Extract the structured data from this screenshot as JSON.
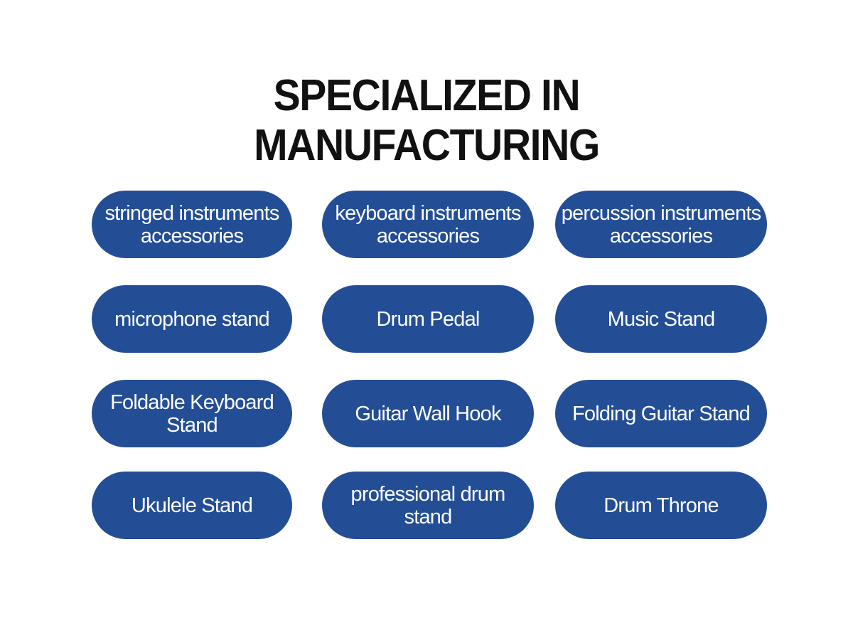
{
  "heading": {
    "line1": "SPECIALIZED IN",
    "line2": "MANUFACTURING"
  },
  "categories": [
    {
      "label": "stringed instruments accessories"
    },
    {
      "label": "keyboard instruments accessories"
    },
    {
      "label": "percussion instruments accessories"
    },
    {
      "label": "microphone stand"
    },
    {
      "label": "Drum Pedal"
    },
    {
      "label": "Music Stand"
    },
    {
      "label": "Foldable Keyboard Stand"
    },
    {
      "label": "Guitar Wall Hook"
    },
    {
      "label": "Folding Guitar Stand"
    },
    {
      "label": "Ukulele Stand"
    },
    {
      "label": "professional drum stand"
    },
    {
      "label": "Drum Throne"
    }
  ],
  "colors": {
    "pill_background": "#234e96",
    "pill_text": "#ffffff",
    "heading_text": "#111111",
    "page_background": "#ffffff"
  }
}
